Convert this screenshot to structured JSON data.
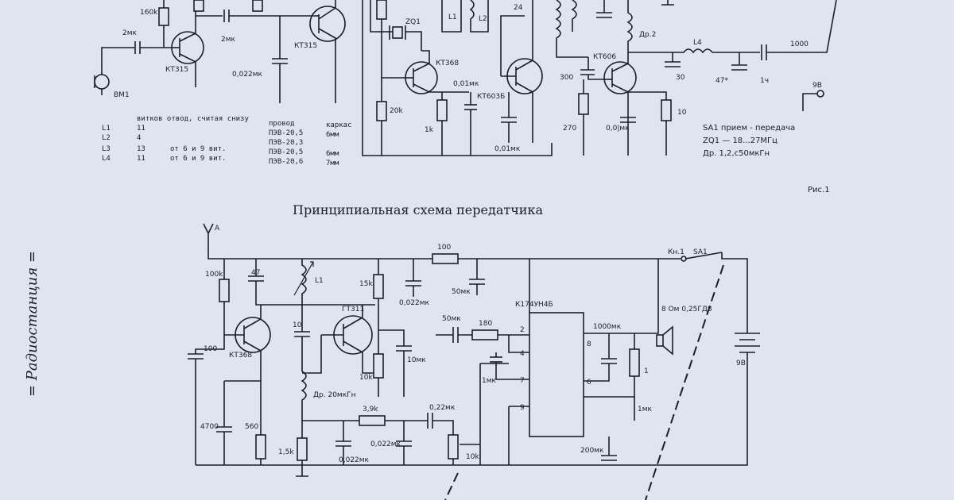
{
  "top_schematic": {
    "labels": {
      "r_160k": "160k",
      "c_2mk_in": "2мк",
      "c_2mk_mid": "2мк",
      "q1": "КТ315",
      "q2": "КТ315",
      "c_0022": "0,022мк",
      "mic": "ВМ1",
      "zq1": "ZQ1",
      "l1": "L1",
      "l2": "L2",
      "c_24": "24",
      "q_kt368": "КТ368",
      "c_001mk": "0,01мк",
      "q_kt603": "КТ603Б",
      "r_20k": "20k",
      "r_1k": "1k",
      "c_001mk_b": "0,01мк",
      "c_300": "300",
      "r_270": "270",
      "q_kt606": "КТ606",
      "c_001_c": "0,0|мк",
      "r_10": "10",
      "c_30": "30",
      "l4": "L4",
      "c_47": "47*",
      "c_1000": "1000",
      "c_1h": "1ч",
      "dr2": "Др.2",
      "v9": "9В"
    },
    "coil_table": [
      [
        "L1",
        "11",
        "",
        "",
        "6мм"
      ],
      [
        "L2",
        "4",
        "",
        "",
        ""
      ],
      [
        "L3",
        "13",
        "от 6 и 9 вит.",
        "ПЭВ-20,5",
        "6мм"
      ],
      [
        "L4",
        "11",
        "от 6 и 9 вит.",
        "ПЭВ-20,6",
        "7мм"
      ]
    ],
    "table_header": "витков  отвод, считая снизу",
    "table_header_wire": "провод",
    "table_header_frame": "каркас",
    "table_wire_1": "ПЭВ-20,5",
    "table_wire_2": "ПЭВ-20,3",
    "notes": {
      "sa1": "SA1 прием - передача",
      "zq1": "ZQ1 — 18...27МГц",
      "dr": "Др. 1,2,с50мкГн"
    },
    "fig_label": "Рис.1"
  },
  "title": "Принципиальная схема передатчика",
  "side_text": "= Радиостанция =",
  "bottom_schematic": {
    "labels": {
      "antenna": "А",
      "r_100k": "100k",
      "c_47": "47",
      "l1": "L1",
      "q_gt311": "ГТ311",
      "r_15k": "15k",
      "r_100": "100",
      "c_0022": "0,022мк",
      "c_50mk": "50мк",
      "ic": "К174УН4Б",
      "kn1": "Кн.1",
      "sa1": "SA1",
      "c_100": "100",
      "q_kt368": "КТ368",
      "c_10": "10",
      "r_10k": "10k",
      "c_10mk": "10мк",
      "c_50mk_b": "50мк",
      "r_180": "180",
      "c_1mk": "1мк",
      "c_1000mk": "1000мк",
      "spk": "8 Ом 0,25ГД8",
      "bat": "9В",
      "r_1": "1",
      "dr": "Др. 20мкГн",
      "c_4700": "4700",
      "r_560": "560",
      "r_15k_b": "1,5k",
      "r_39k": "3,9k",
      "c_022mk": "0,22мк",
      "c_0022_b": "0,022мк",
      "c_0022_c": "0,022мк",
      "r_10k_pot": "10k",
      "c_1mk_b": "1мк",
      "c_200mk": "200мк",
      "pin2": "2",
      "pin4": "4",
      "pin7": "7",
      "pin9": "9",
      "pin8": "8",
      "pin6": "6"
    }
  }
}
